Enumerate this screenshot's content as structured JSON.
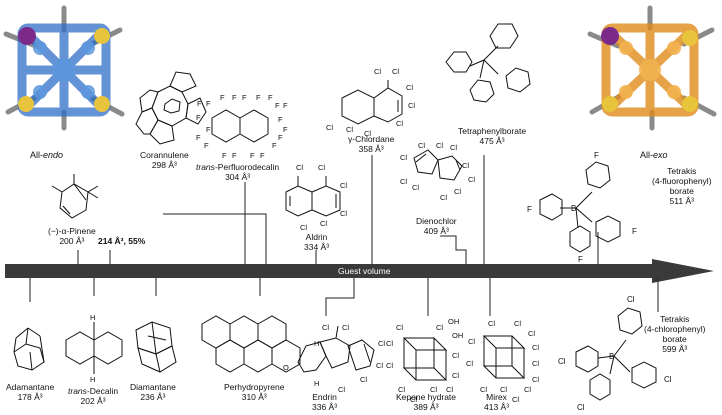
{
  "axis": {
    "label": "Guest volume"
  },
  "cages": {
    "endo": {
      "prefix": "All-",
      "suffix": "endo",
      "color": "#3a78c9"
    },
    "exo": {
      "prefix": "All-",
      "suffix": "exo",
      "color": "#e79a2a"
    }
  },
  "guests": {
    "pinene": {
      "name": "(−)-α-Pinene",
      "vol": "200 Å³",
      "extra": "214 Å³, 55%"
    },
    "corannulene": {
      "name": "Corannulene",
      "vol": "298 Å³"
    },
    "perfluorodecalin": {
      "prefix": "trans",
      "name": "-Perfluorodecalin",
      "vol": "304 Å³"
    },
    "aldrin": {
      "name": "Aldrin",
      "vol": "334 Å³"
    },
    "chlordane": {
      "name": "γ-Chlordane",
      "vol": "358 Å³"
    },
    "dienochlor": {
      "name": "Dienochlor",
      "vol": "409 Å³"
    },
    "tetraphenylborate": {
      "name": "Tetraphenylborate",
      "vol": "475 Å³"
    },
    "fluorophenylborate": {
      "name1": "Tetrakis",
      "name2": "(4-fluorophenyl)",
      "name3": "borate",
      "vol": "511 Å³"
    },
    "adamantane": {
      "name": "Adamantane",
      "vol": "178 Å³"
    },
    "decalin": {
      "prefix": "trans",
      "name": "-Decalin",
      "vol": "202 Å³"
    },
    "diamantane": {
      "name": "Diamantane",
      "vol": "236 Å³"
    },
    "perhydropyrene": {
      "name": "Perhydropyrene",
      "vol": "310 Å³"
    },
    "endrin": {
      "name": "Endrin",
      "vol": "336 Å³"
    },
    "kepone": {
      "name": "Kepone hydrate",
      "vol": "389 Å³"
    },
    "mirex": {
      "name": "Mirex",
      "vol": "413 Å³"
    },
    "chlorophenylborate": {
      "name1": "Tetrakis",
      "name2": "(4-chlorophenyl)",
      "name3": "borate",
      "vol": "599 Å³"
    }
  },
  "atoms": {
    "cl": "Cl",
    "f": "F",
    "b": "B",
    "h": "H",
    "o": "O",
    "oh": "OH"
  }
}
